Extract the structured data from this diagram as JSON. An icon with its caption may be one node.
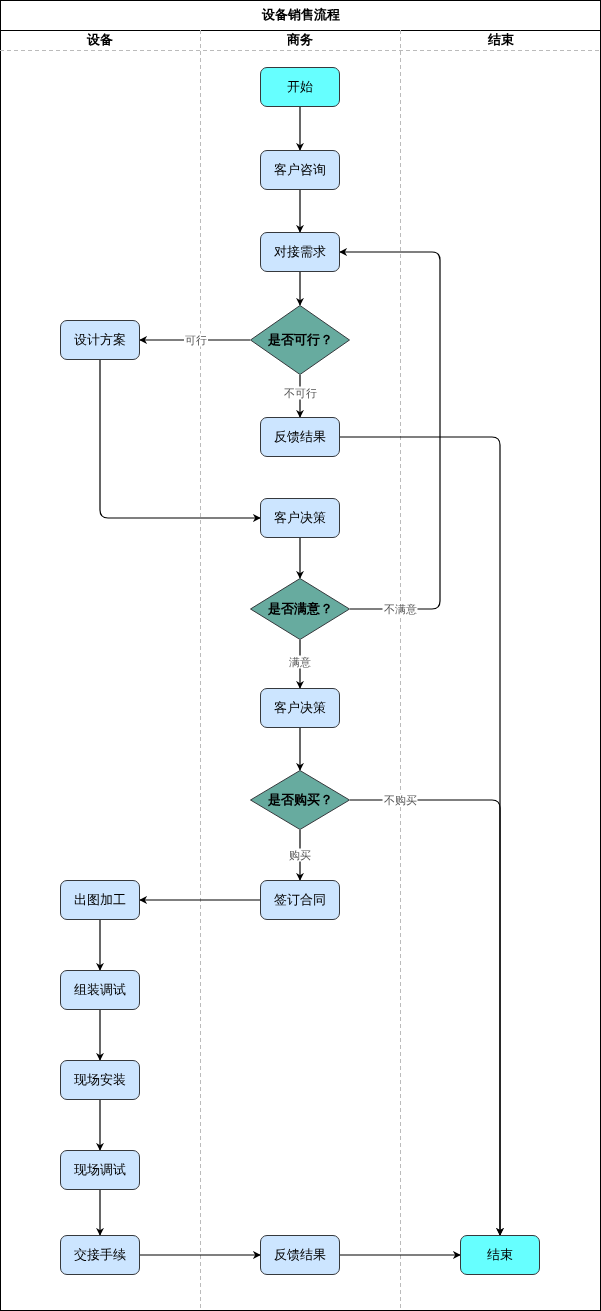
{
  "diagram": {
    "title": "设备销售流程",
    "nodes": [
      {
        "text": [
          "设备"
        ]
      },
      {
        "text": [
          "商务"
        ]
      },
      {
        "text": [
          "结束"
        ]
      },
      {
        "text": [
          "开始"
        ],
        "in": 1
      },
      {
        "text": [
          "客户咨询"
        ],
        "in": 1
      },
      {
        "text": [
          "对接需求"
        ],
        "in": 1
      },
      {
        "text": [
          "是否可行？"
        ],
        "in": 1
      },
      {
        "text": [
          "设计方案"
        ],
        "in": 0
      },
      {
        "text": [
          "反馈结果"
        ],
        "in": 1
      },
      {
        "text": [
          "客户决策"
        ],
        "in": 1
      },
      {
        "text": [
          "是否满意？"
        ],
        "in": 1
      },
      {
        "text": [
          "客户决策"
        ],
        "in": 1
      },
      {
        "text": [
          "是否购买？"
        ],
        "in": 1
      },
      {
        "text": [
          "签订合同"
        ],
        "in": 1
      },
      {
        "text": [
          "出图加工"
        ],
        "in": 0
      },
      {
        "text": [
          "组装调试"
        ],
        "in": 0
      },
      {
        "text": [
          "现场安装"
        ],
        "in": 0
      },
      {
        "text": [
          "现场调试"
        ],
        "in": 0
      },
      {
        "text": [
          "交接手续"
        ],
        "in": 0
      },
      {
        "text": [
          "反馈结果"
        ],
        "in": 1
      },
      {
        "text": [
          "结束"
        ],
        "in": 2
      }
    ],
    "edges": [
      {
        "from": 3,
        "to": 4,
        "arrow": "to"
      },
      {
        "from": 4,
        "to": 5,
        "arrow": "to"
      },
      {
        "from": 5,
        "to": 6,
        "arrow": "to"
      },
      {
        "from": 6,
        "to": 7,
        "arrow": "to",
        "label": "可行"
      },
      {
        "from": 6,
        "to": 8,
        "arrow": "to",
        "label": "不可行"
      },
      {
        "from": 7,
        "to": 9,
        "arrow": "to"
      },
      {
        "from": 8,
        "to": 20,
        "arrow": "to"
      },
      {
        "from": 9,
        "to": 10,
        "arrow": "to"
      },
      {
        "from": 10,
        "to": 5,
        "arrow": "to",
        "label": "不满意"
      },
      {
        "from": 10,
        "to": 11,
        "arrow": "to",
        "label": "满意"
      },
      {
        "from": 11,
        "to": 12,
        "arrow": "to"
      },
      {
        "from": 12,
        "to": 20,
        "arrow": "to",
        "label": "不购买"
      },
      {
        "from": 12,
        "to": 13,
        "arrow": "to",
        "label": "购买"
      },
      {
        "from": 13,
        "to": 14,
        "arrow": "to"
      },
      {
        "from": 14,
        "to": 15,
        "arrow": "to"
      },
      {
        "from": 15,
        "to": 16,
        "arrow": "to"
      },
      {
        "from": 16,
        "to": 17,
        "arrow": "to"
      },
      {
        "from": 17,
        "to": 18,
        "arrow": "to"
      },
      {
        "from": 18,
        "to": 19,
        "arrow": "to"
      },
      {
        "from": 19,
        "to": 20,
        "arrow": "to"
      }
    ]
  }
}
